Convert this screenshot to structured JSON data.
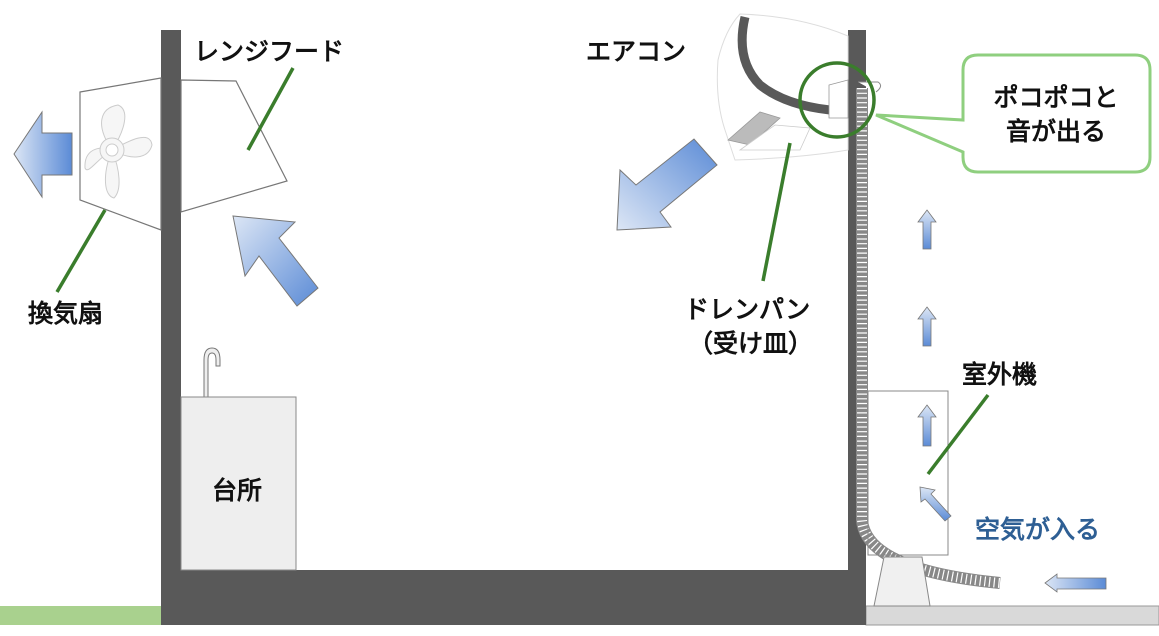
{
  "labels": {
    "range_hood": "レンジフード",
    "vent_fan": "換気扇",
    "air_conditioner": "エアコン",
    "drain_pan": "ドレンパン",
    "drain_pan_note": "（受け皿）",
    "outdoor_unit": "室外機",
    "air_enters": "空気が入る",
    "kitchen": "台所"
  },
  "callout": {
    "line1": "ポコポコと",
    "line2": "音が出る"
  },
  "colors": {
    "wall": "#595959",
    "leader_line": "#3a7d2c",
    "callout_border": "#8fcf7f",
    "arrow_light": "#dce6f5",
    "arrow_dark": "#5b8bd6",
    "air_enters_text": "#2e5f94",
    "ground_left": "#a9d18e",
    "ground_right": "#d9d9d9"
  }
}
